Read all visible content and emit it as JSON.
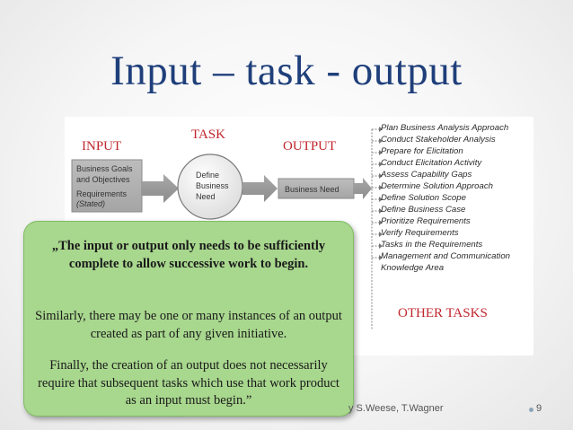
{
  "slide": {
    "title": "Input – task - output",
    "labels": {
      "task": "TASK",
      "input": "INPUT",
      "output": "OUTPUT",
      "other_tasks": "OTHER TASKS"
    },
    "diagram": {
      "input_box_lines": [
        "Business Goals",
        "and Objectives",
        "Requirements",
        "(Stated)"
      ],
      "task_circle_lines": [
        "Define",
        "Business",
        "Need"
      ],
      "output_box": "Business Need"
    },
    "task_list": [
      "Plan Business Analysis Approach",
      "Conduct Stakeholder Analysis",
      "Prepare for Elicitation",
      "Conduct Elicitation Activity",
      "Assess Capability Gaps",
      "Determine Solution Approach",
      "Define Solution Scope",
      "Define Business Case",
      "Prioritize Requirements",
      "Verify Requirements",
      "Tasks in the Requirements",
      "Management and Communication",
      "Knowledge Area"
    ],
    "callout": {
      "quote": "„The input or output only needs to be sufficiently complete to allow successive work to begin.",
      "para2": "Similarly, there may be one or many instances of an output created as part of any given initiative.",
      "para3": "Finally, the creation of an output does not necessarily require that subsequent tasks which use that work product as an input must begin.”"
    },
    "footer": {
      "author": "y S.Weese, T.Wagner",
      "page": "9"
    }
  }
}
